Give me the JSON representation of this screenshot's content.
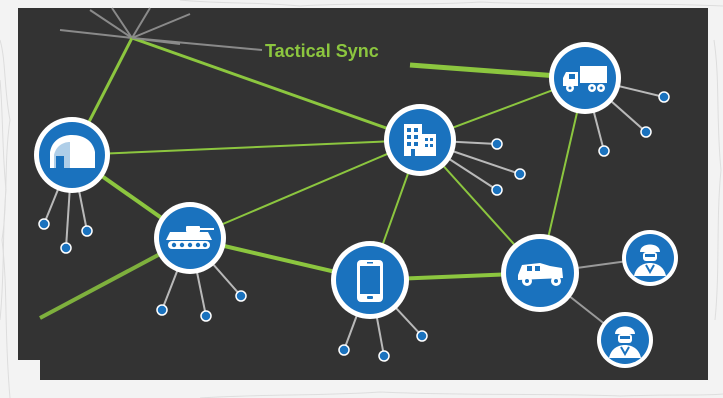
{
  "diagram": {
    "title": "Tactical Sync",
    "colors": {
      "panel": "#333333",
      "link": "#8cc63f",
      "link_thin": "#9ccc4a",
      "node_fill": "#1a72be",
      "node_ring": "#ffffff",
      "leaf_fill": "#1a72be",
      "leaf_stem": "#b9b9b9",
      "frame": "#f3f3f3"
    },
    "nodes": [
      {
        "id": "tent",
        "icon": "shelter-icon"
      },
      {
        "id": "tank",
        "icon": "armored-vehicle-icon"
      },
      {
        "id": "hq",
        "icon": "building-icon"
      },
      {
        "id": "truck",
        "icon": "truck-icon"
      },
      {
        "id": "mobile",
        "icon": "smartphone-icon"
      },
      {
        "id": "humvee",
        "icon": "humvee-icon"
      },
      {
        "id": "soldier1",
        "icon": "soldier-icon"
      },
      {
        "id": "soldier2",
        "icon": "soldier-icon"
      }
    ],
    "links": [
      [
        "tent",
        "tank"
      ],
      [
        "tent",
        "hq"
      ],
      [
        "tank",
        "hq"
      ],
      [
        "tank",
        "mobile"
      ],
      [
        "hq",
        "truck"
      ],
      [
        "hq",
        "mobile"
      ],
      [
        "hq",
        "humvee"
      ],
      [
        "truck",
        "humvee"
      ],
      [
        "mobile",
        "humvee"
      ],
      [
        "humvee",
        "soldier1"
      ],
      [
        "humvee",
        "soldier2"
      ]
    ]
  }
}
